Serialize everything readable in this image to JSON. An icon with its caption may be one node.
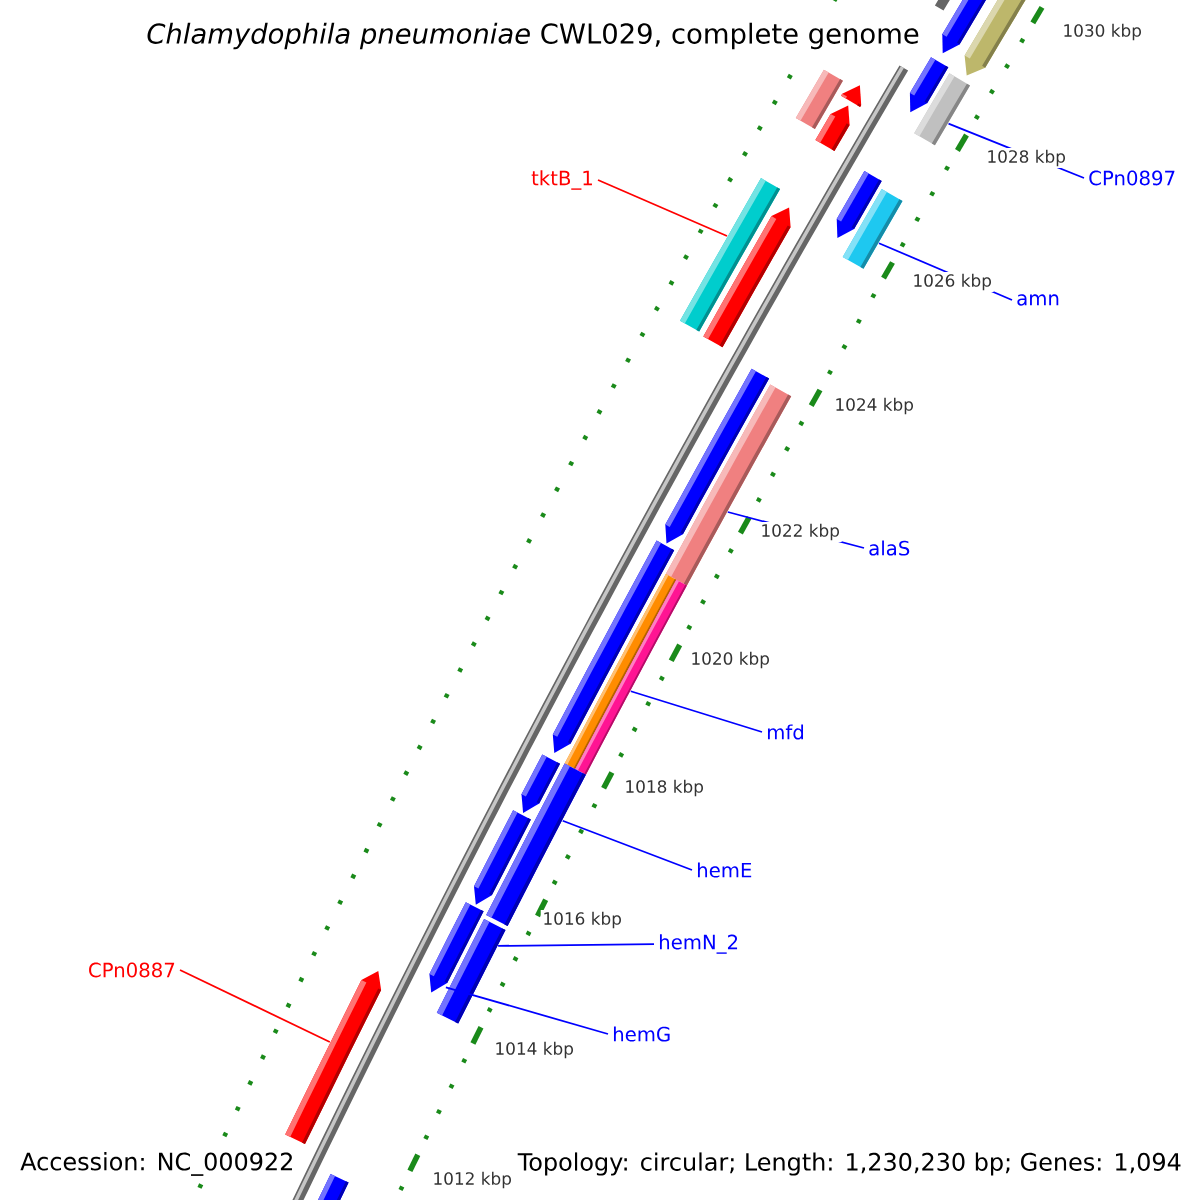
{
  "diagram": {
    "title": "*Chlamydophila pneumoniae* CWL029, complete genome",
    "nodes": [
      {
        "text": [
          "tktB_1"
        ]
      },
      {
        "text": [
          "CPn0897"
        ]
      },
      {
        "text": [
          "amn"
        ]
      },
      {
        "text": [
          "alaS"
        ]
      },
      {
        "text": [
          "mfd"
        ]
      },
      {
        "text": [
          "hemE"
        ]
      },
      {
        "text": [
          "hemN_2"
        ]
      },
      {
        "text": [
          "CPn0887"
        ]
      },
      {
        "text": [
          "hemG"
        ]
      },
      {
        "text": [],
        "shape": "arrow"
      },
      {
        "text": [],
        "shape": "arrow"
      },
      {
        "text": [],
        "shape": "arrow"
      },
      {
        "text": [],
        "shape": "bar"
      },
      {
        "text": [],
        "shape": "arrow"
      },
      {
        "text": [],
        "shape": "bar"
      },
      {
        "text": [],
        "shape": "arrow"
      },
      {
        "text": [],
        "shape": "arrow"
      },
      {
        "text": [],
        "shape": "bar"
      },
      {
        "text": [],
        "shape": "bar"
      },
      {
        "text": [],
        "shape": "arrow"
      },
      {
        "text": [],
        "shape": "arrow"
      },
      {
        "text": [],
        "shape": "bar"
      },
      {
        "text": [],
        "shape": "arrow"
      },
      {
        "text": [],
        "shape": "bar"
      },
      {
        "text": [],
        "shape": "bar"
      },
      {
        "text": [],
        "shape": "bar"
      },
      {
        "text": [],
        "shape": "arrow"
      },
      {
        "text": [],
        "shape": "arrow"
      },
      {
        "text": [],
        "shape": "arrow"
      },
      {
        "text": [],
        "shape": "bar"
      },
      {
        "text": [],
        "shape": "arrow"
      },
      {
        "text": [],
        "shape": "bar"
      }
    ],
    "edges": [
      {
        "from": 0,
        "to": 18,
        "arrow": "none",
        "color": "#ff0000"
      },
      {
        "from": 1,
        "to": 12,
        "arrow": "none"
      },
      {
        "from": 2,
        "to": 17,
        "arrow": "none"
      },
      {
        "from": 3,
        "to": 21,
        "arrow": "none"
      },
      {
        "from": 4,
        "to": 24,
        "arrow": "none"
      },
      {
        "from": 5,
        "to": 25,
        "arrow": "none"
      },
      {
        "from": 6,
        "to": 29,
        "arrow": "none"
      },
      {
        "from": 7,
        "to": 30,
        "arrow": "none",
        "color": "#ff0000"
      },
      {
        "from": 8,
        "to": 28,
        "arrow": "none"
      }
    ],
    "labels": [
      "1030 kbp",
      "1028 kbp",
      "1026 kbp",
      "1024 kbp",
      "1022 kbp",
      "1020 kbp",
      "1018 kbp",
      "1016 kbp",
      "1014 kbp",
      "1012 kbp",
      "Accession: NC_000922",
      "Topology: circular; Length: 1,230,230 bp; Genes: 1,094"
    ]
  }
}
